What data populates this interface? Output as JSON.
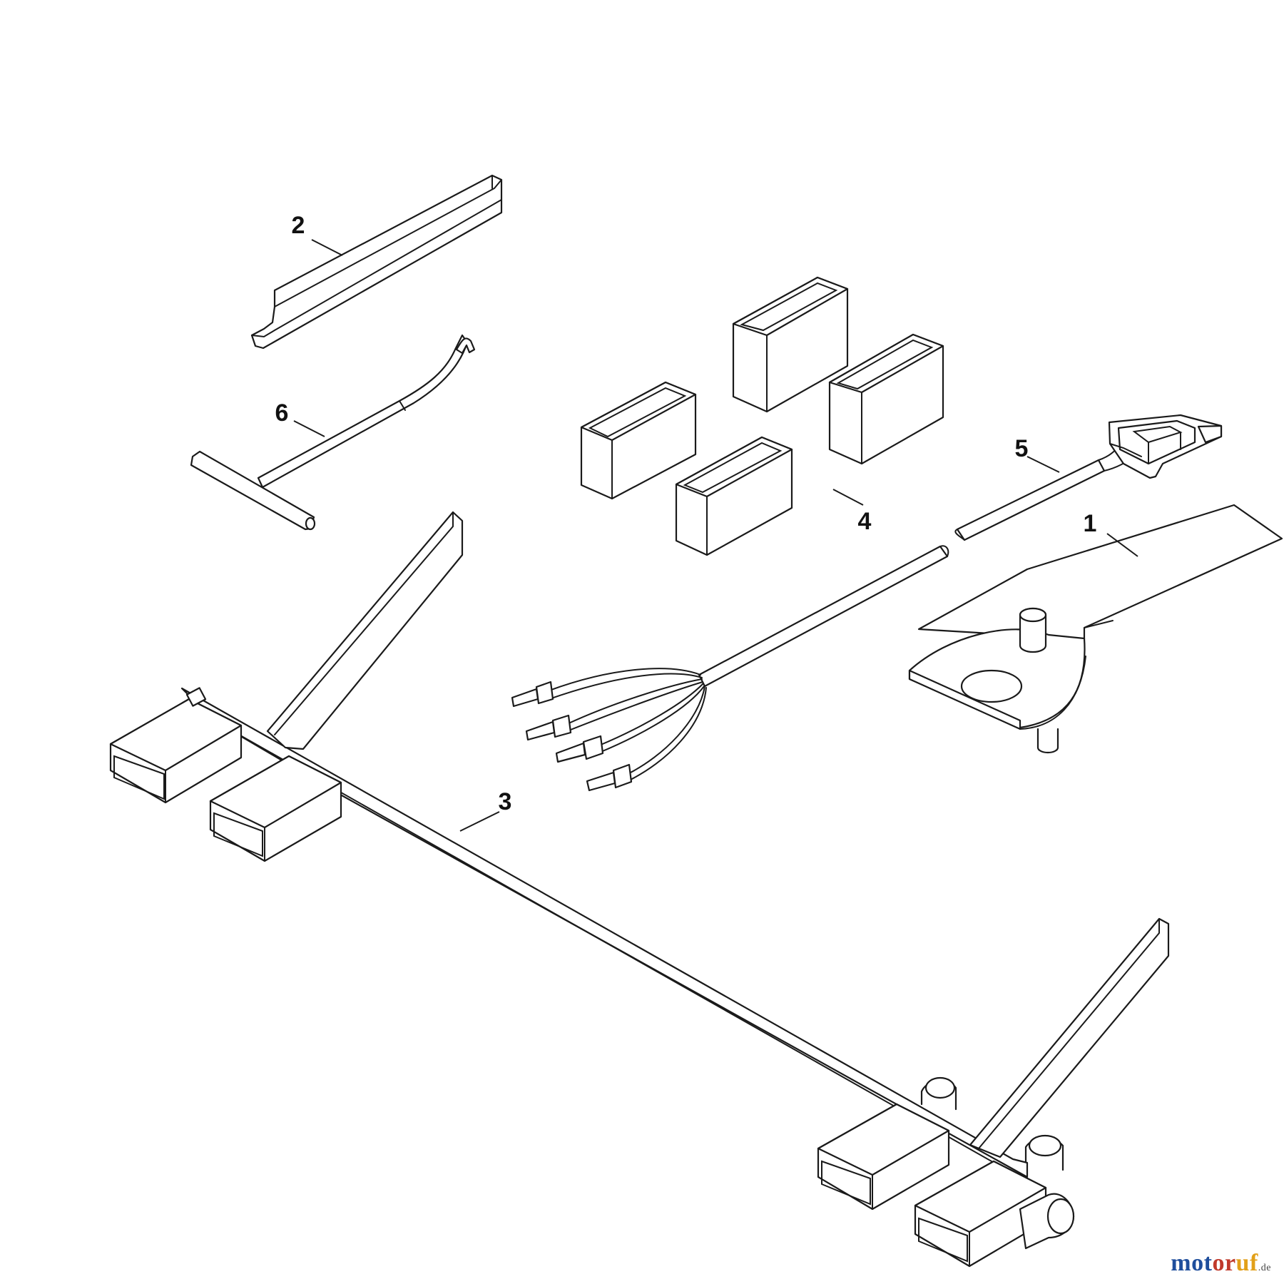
{
  "callouts": {
    "c1": "1",
    "c2": "2",
    "c3": "3",
    "c4": "4",
    "c5": "5",
    "c6": "6"
  },
  "watermark": {
    "part1": "mot",
    "part2": "or",
    "part3": "uf",
    "tld": ".de"
  }
}
